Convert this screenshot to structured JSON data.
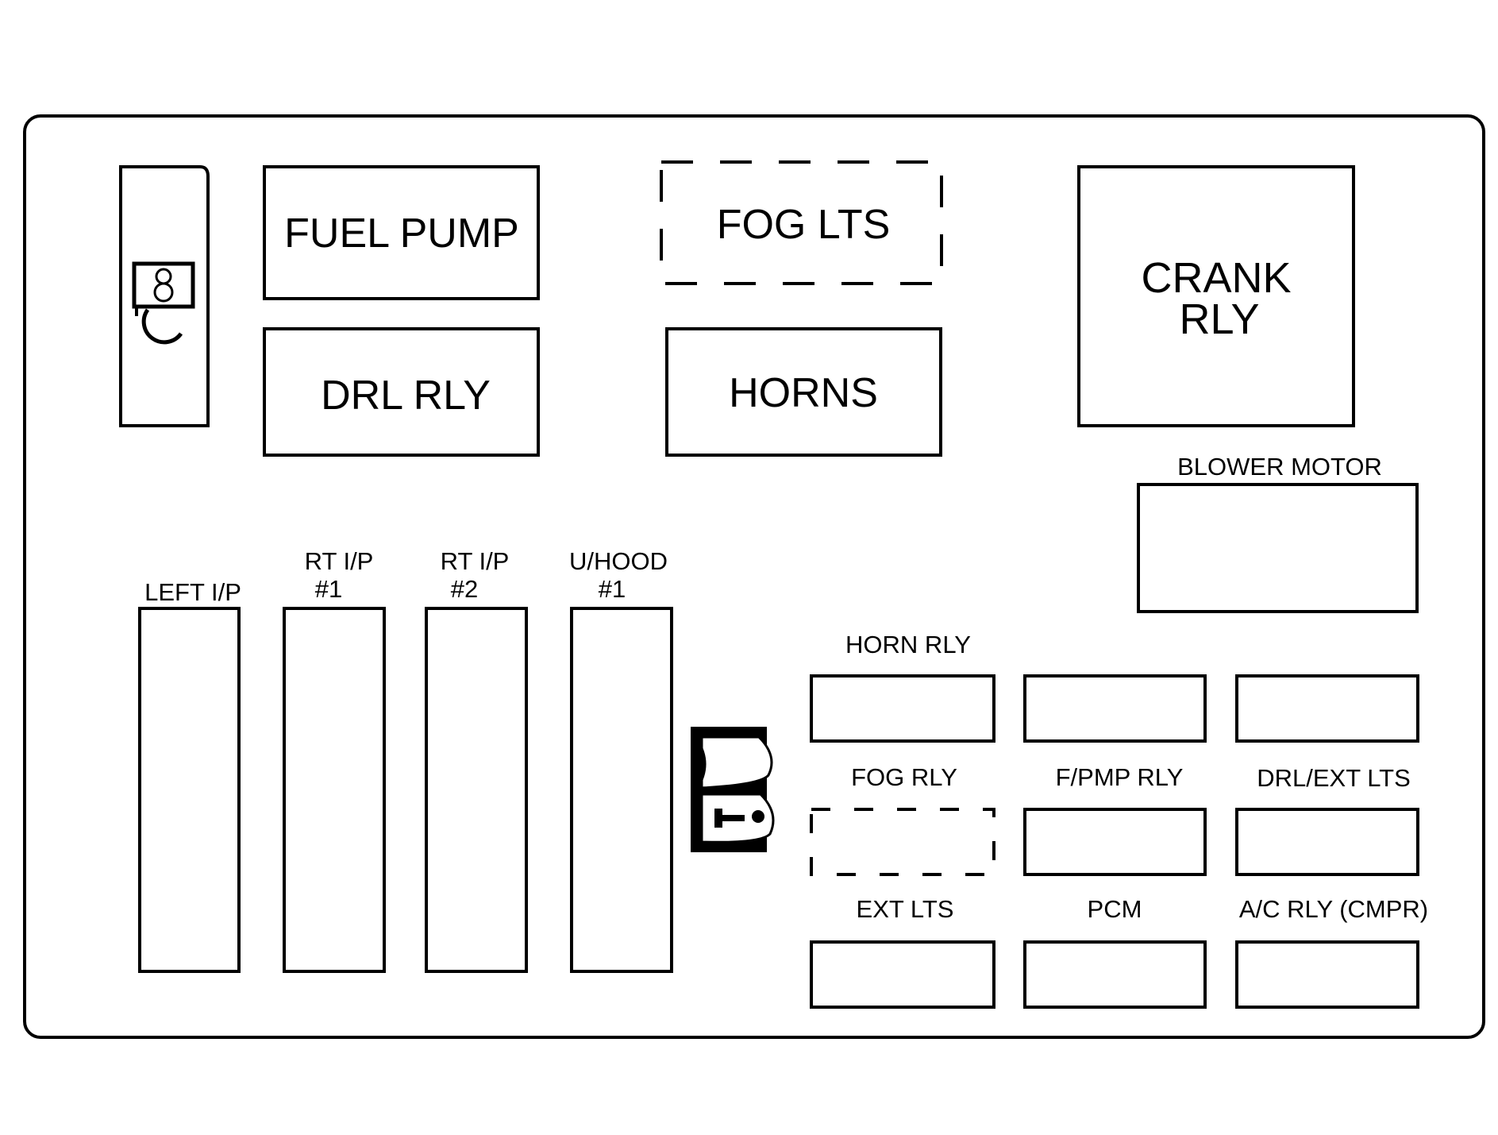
{
  "relays": {
    "fuel_pump": "FUEL PUMP",
    "drl_rly": "DRL RLY",
    "fog_lts": "FOG LTS",
    "horns": "HORNS",
    "crank_rly_line1": "CRANK",
    "crank_rly_line2": "RLY"
  },
  "maxi_fuses": {
    "left_ip": "LEFT I/P",
    "rt_ip1_line1": "RT I/P",
    "rt_ip1_line2": "#1",
    "rt_ip2_line1": "RT I/P",
    "rt_ip2_line2": "#2",
    "uhood1_line1": "U/HOOD",
    "uhood1_line2": "#1"
  },
  "small_relays": {
    "blower_motor": "BLOWER MOTOR",
    "horn_rly": "HORN RLY",
    "fog_rly": "FOG RLY",
    "fpmp_rly": "F/PMP RLY",
    "drl_ext_lts": "DRL/EXT LTS",
    "ext_lts": "EXT LTS",
    "pcm": "PCM",
    "ac_rly": "A/C RLY (CMPR)"
  },
  "icons": {
    "fuse_puller": "fuse-puller-icon",
    "info_tab": "info-tab-icon"
  }
}
